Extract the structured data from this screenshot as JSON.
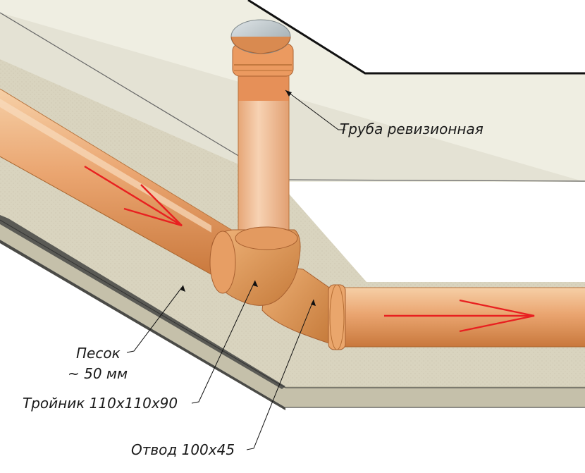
{
  "labels": {
    "revision_pipe": "Труба ревизионная",
    "sand_line1": "Песок",
    "sand_line2": "~ 50 мм",
    "tee": "Тройник 110х110х90",
    "elbow": "Отвод 100х45"
  },
  "colors": {
    "pipe": "#e8a06a",
    "pipe_dark": "#c97a3e",
    "pipe_light": "#f4c49a",
    "fitting": "#d89048",
    "sand_top": "#d8d4c0",
    "sand_side": "#c2bda8",
    "base_dark": "#555550",
    "ground": "#efeee2",
    "arrow": "#e82020",
    "cap": "#b8c2c6"
  }
}
